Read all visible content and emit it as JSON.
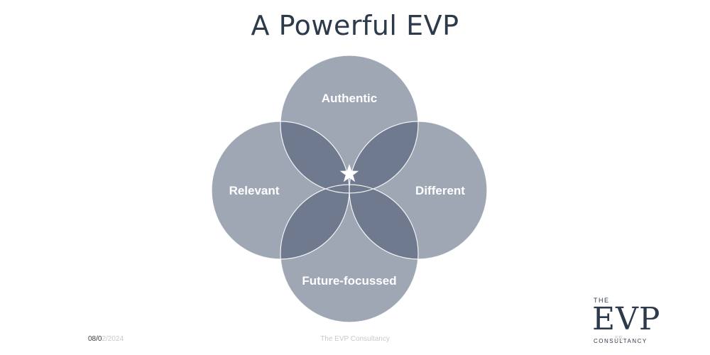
{
  "slide": {
    "title": "A Powerful EVP"
  },
  "venn": {
    "labels": {
      "top": "Authentic",
      "left": "Relevant",
      "right": "Different",
      "bottom": "Future-focussed"
    },
    "center_icon": "star-icon",
    "colors": {
      "circle": "#a0a7b4",
      "overlap": "#6f7a8e",
      "stroke": "#ffffff"
    }
  },
  "footer": {
    "date_visible": "08/0",
    "date_faded": "2/2024",
    "company": "The EVP Consultancy",
    "page": "55"
  },
  "logo": {
    "the": "THE",
    "evp": "EVP",
    "consultancy": "CONSULTANCY"
  }
}
